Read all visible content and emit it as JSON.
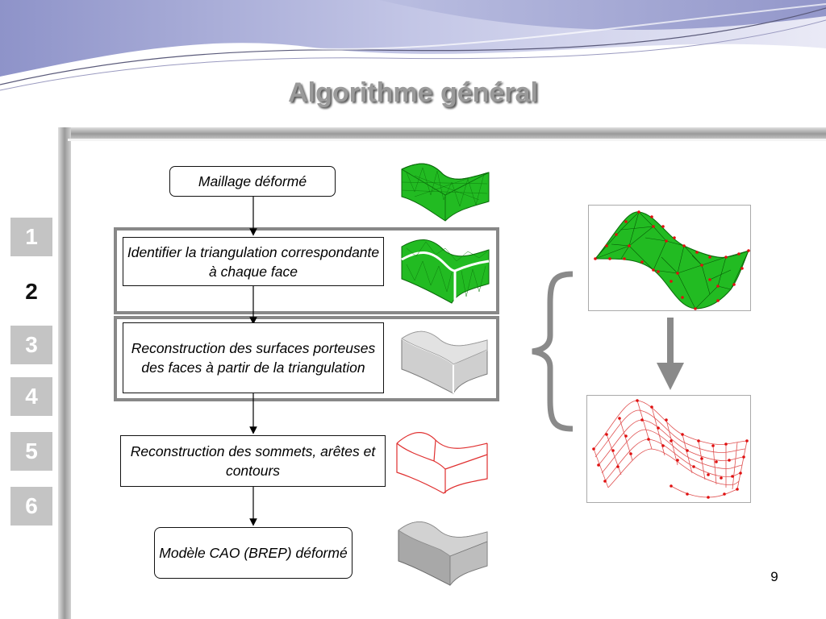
{
  "slide": {
    "title": "Algorithme général",
    "page_number": "9"
  },
  "nav": {
    "items": [
      "1",
      "2",
      "3",
      "4",
      "5",
      "6"
    ],
    "active_index": 1
  },
  "flow": {
    "steps": [
      "Maillage déformé",
      "Identifier la triangulation correspondante à chaque face",
      "Reconstruction des surfaces porteuses des faces à partir de la triangulation",
      "Reconstruction des sommets, arêtes et contours",
      "Modèle CAO (BREP) déformé"
    ]
  },
  "colors": {
    "mesh_green": "#1fbf1f",
    "mesh_red": "#e02020",
    "grey_box": "#888888",
    "nav_inactive": "#c4c4c4"
  }
}
